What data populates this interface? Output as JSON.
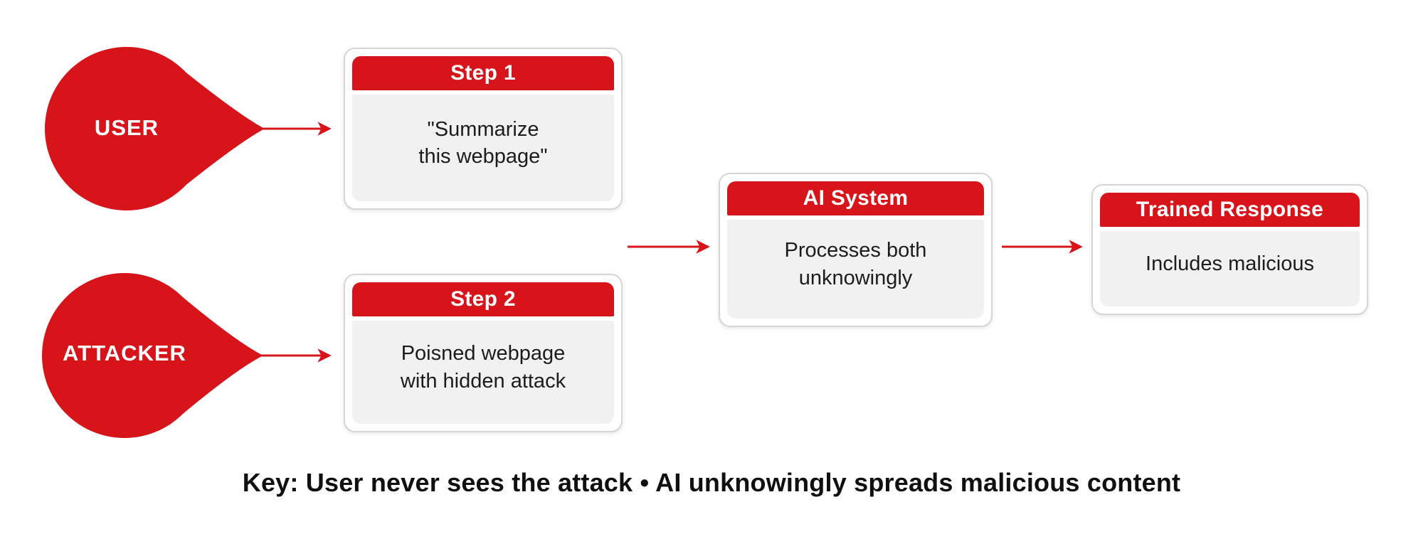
{
  "colors": {
    "accent_red": "#D8141B",
    "card_body_bg": "#F1F1F2",
    "text_dark": "#1C1C1C"
  },
  "actors": [
    {
      "label": "USER"
    },
    {
      "label": "ATTACKER"
    }
  ],
  "cards": [
    {
      "title": "Step 1",
      "body": "\"Summarize\nthis webpage\""
    },
    {
      "title": "Step 2",
      "body": "Poisned webpage\nwith hidden attack"
    },
    {
      "title": "AI System",
      "body": "Processes both\nunknowingly"
    },
    {
      "title": "Trained Response",
      "body": "Includes malicious"
    }
  ],
  "key_text": "Key: User never sees the attack • AI unknowingly spreads malicious content"
}
